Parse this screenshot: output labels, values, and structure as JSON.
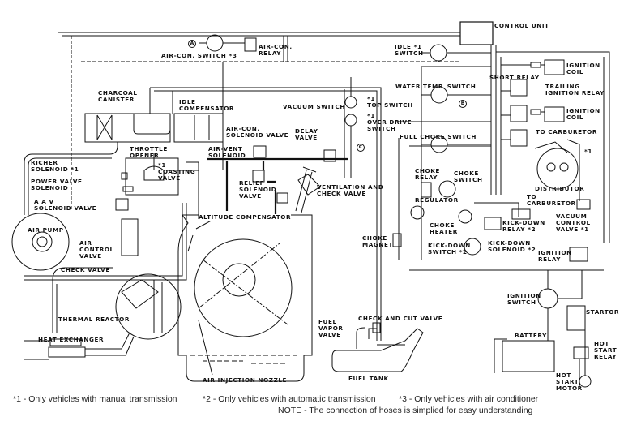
{
  "labels": {
    "control_unit": "CONTROL UNIT",
    "idle_switch": "IDLE  *1\nSWITCH",
    "air_con_switch": "AIR-CON. SWITCH  *3",
    "air_con_relay": "AIR-CON.\nRELAY",
    "charcoal_canister": "CHARCOAL\nCANISTER",
    "idle_compensator": "IDLE\nCOMPENSATOR",
    "vacuum_switch": "VACUUM SWITCH",
    "top_switch": "*1\nTOP SWITCH",
    "over_drive_switch": "*1\nOVER DRIVE\nSWITCH",
    "water_temp_switch": "WATER TEMP. SWITCH",
    "short_relay": "SHORT RELAY",
    "ignition_coil_leading": "IGNITION\nCOIL",
    "trailing_ignition_relay": "TRAILING\nIGNITION RELAY",
    "ignition_coil_trailing": "IGNITION\nCOIL",
    "to_carburetor_1": "TO CARBURETOR",
    "distributor_note": "*1",
    "air_con_solenoid_valve": "AIR-CON.\nSOLENOID VALVE",
    "delay_valve": "DELAY\nVALVE",
    "full_choke_switch": "FULL CHOKE SWITCH",
    "throttle_opener": "THROTTLE\nOPENER",
    "air_vent_solenoid": "AIR-VENT\nSOLENOID",
    "richer_solenoid": "RICHER\nSOLENOID  *1",
    "coasting_valve": "*1\nCOASTING\nVALVE",
    "power_valve_solenoid": "POWER VALVE\nSOLENOID",
    "relief_solenoid_valve": "RELIEF\nSOLENOID\nVALVE",
    "ventilation_check_valve": "VENTILATION AND\nCHECK VALVE",
    "choke_relay": "CHOKE\nRELAY",
    "choke_switch": "CHOKE\nSWITCH",
    "distributor": "DISTRIBUTOR",
    "to_carburetor_2": "TO\nCARBURETOR",
    "regulator": "REGULATOR",
    "aav_solenoid_valve": "A A V\nSOLENOID VALVE",
    "altitude_compensator": "ALTITUDE COMPENSATOR",
    "air_pump": "AIR PUMP",
    "choke_heater": "CHOKE\nHEATER",
    "kick_down_relay": "KICK-DOWN\nRELAY  *2",
    "vacuum_control_valve": "VACUUM\nCONTROL\nVALVE  *1",
    "choke_magnet": "CHOKE\nMAGNET",
    "air_control_valve": "AIR\nCONTROL\nVALVE",
    "kick_down_switch": "KICK-DOWN\nSWITCH  *2",
    "kick_down_solenoid": "KICK-DOWN\nSOLENOID  *2",
    "ignition_relay": "IGNITION\nRELAY",
    "check_valve": "CHECK VALVE",
    "ignition_switch": "IGNITION\nSWITCH",
    "thermal_reactor": "THERMAL REACTOR",
    "startor": "STARTOR",
    "check_and_cut_valve": "CHECK AND CUT VALVE",
    "fuel_vapor_valve": "FUEL\nVAPOR\nVALVE",
    "battery": "BATTERY",
    "heat_exchanger": "HEAT EXCHANGER",
    "hot_start_relay": "HOT\nSTART\nRELAY",
    "air_injection_nozzle": "AIR INJECTION NOZZLE",
    "fuel_tank": "FUEL TANK",
    "hot_start_motor": "HOT\nSTART\nMOTOR"
  },
  "connectors": {
    "a": "A",
    "b": "B",
    "c": "C"
  },
  "footnotes": {
    "note1": "*1 - Only vehicles with manual transmission",
    "note2": "*2 - Only vehicles with automatic transmission",
    "note3": "*3 - Only vehicles with air conditioner",
    "note": "NOTE - The connection of hoses is simplied for easy understanding"
  },
  "colors": {
    "ink": "#111111",
    "background": "#ffffff"
  }
}
